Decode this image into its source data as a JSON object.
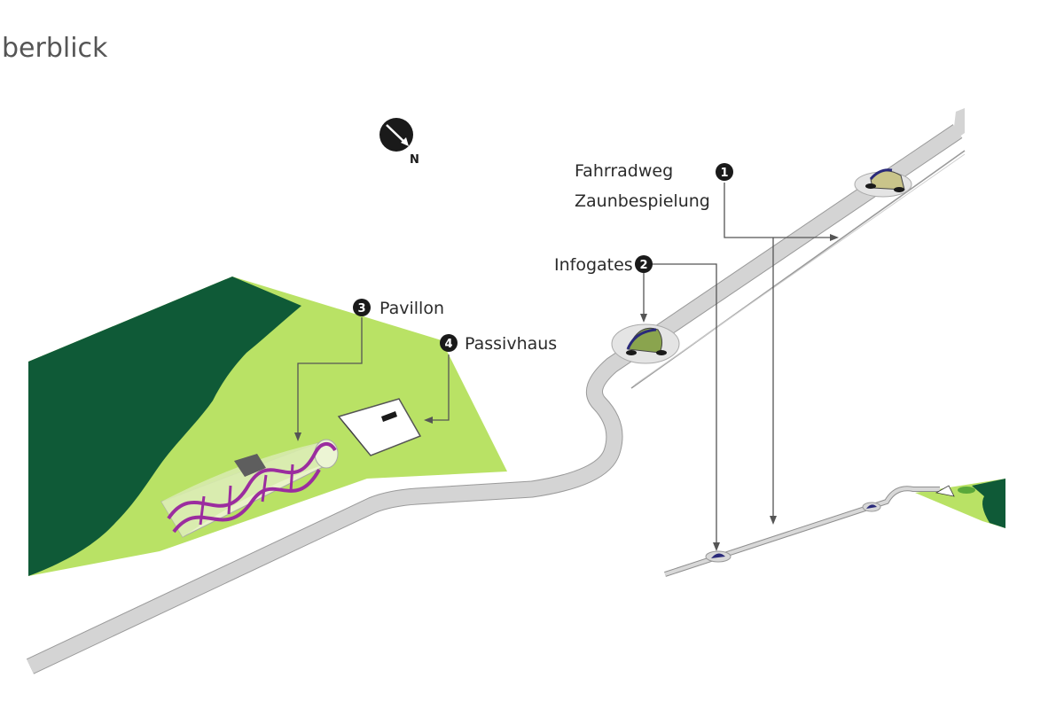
{
  "title": "berblick",
  "north": {
    "letter": "N"
  },
  "colors": {
    "light_green": "#b9e265",
    "dark_green": "#0f5a37",
    "path_gray": "#d4d4d4",
    "path_edge": "#9a9a9a",
    "pavillon_purple": "#9b2d9f",
    "marker": "#1a1a1a",
    "leader": "#555555"
  },
  "labels": {
    "fahrradweg": "Fahrradweg",
    "zaunbespielung": "Zaunbespielung",
    "infogates": "Infogates",
    "pavillon": "Pavillon",
    "passivhaus": "Passivhaus"
  },
  "markers": {
    "m1": "1",
    "m2": "2",
    "m3": "3",
    "m4": "4"
  }
}
